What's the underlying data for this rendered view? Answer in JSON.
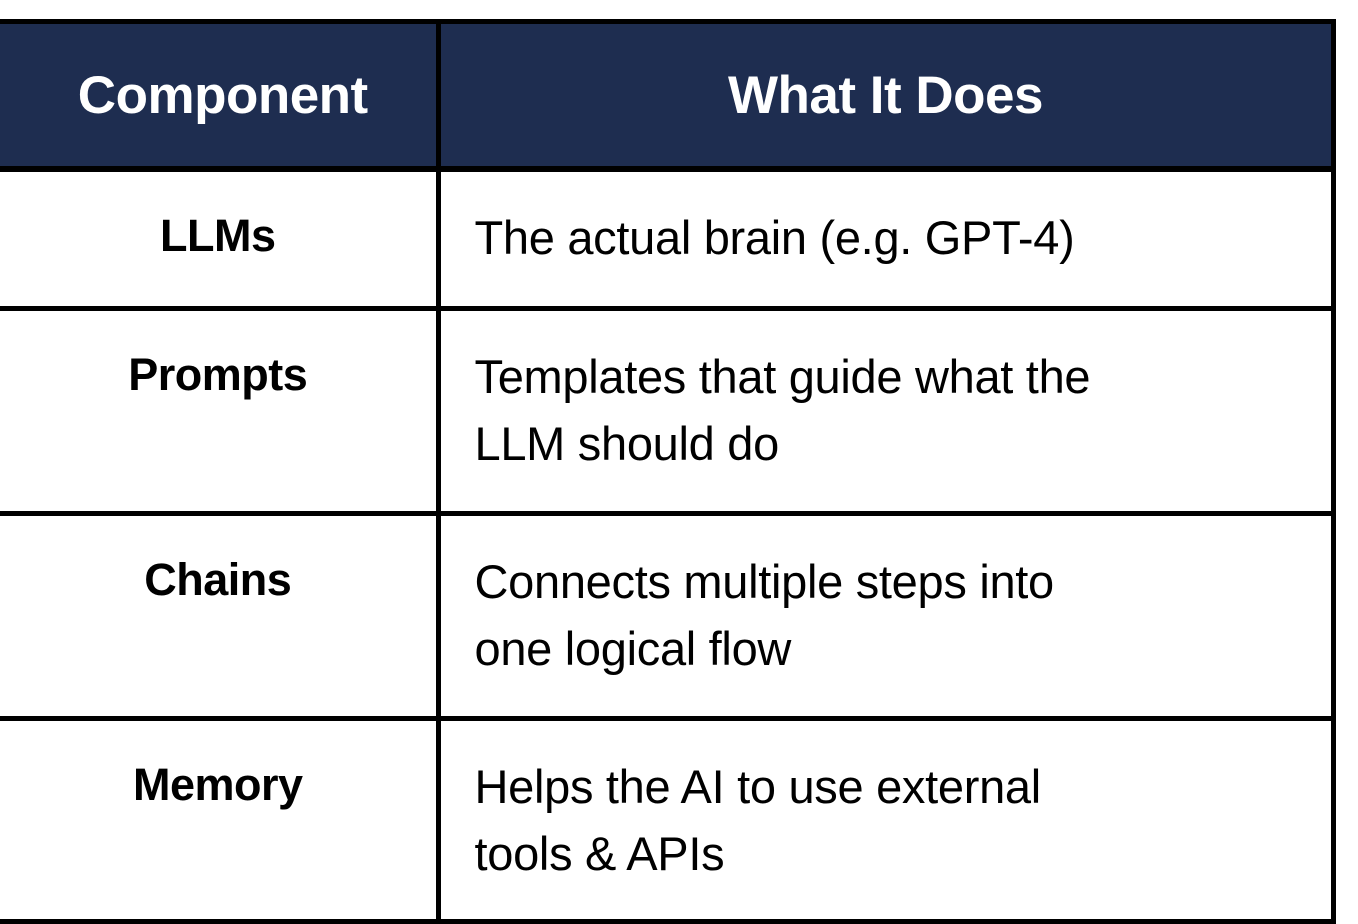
{
  "table": {
    "columns": [
      {
        "key": "component",
        "header": "Component"
      },
      {
        "key": "description",
        "header": "What It Does"
      }
    ],
    "header_background": "#1e2d50",
    "header_text_color": "#ffffff",
    "border_color": "#000000",
    "rows": [
      {
        "component": "LLMs",
        "description_lines": [
          "The actual brain (e.g. GPT-4)"
        ]
      },
      {
        "component": "Prompts",
        "description_lines": [
          "Templates that guide what the",
          "LLM should do"
        ]
      },
      {
        "component": "Chains",
        "description_lines": [
          "Connects multiple steps into",
          "one logical flow"
        ]
      },
      {
        "component": "Memory",
        "description_lines": [
          "Helps the AI to use external",
          "tools & APIs"
        ]
      }
    ]
  }
}
